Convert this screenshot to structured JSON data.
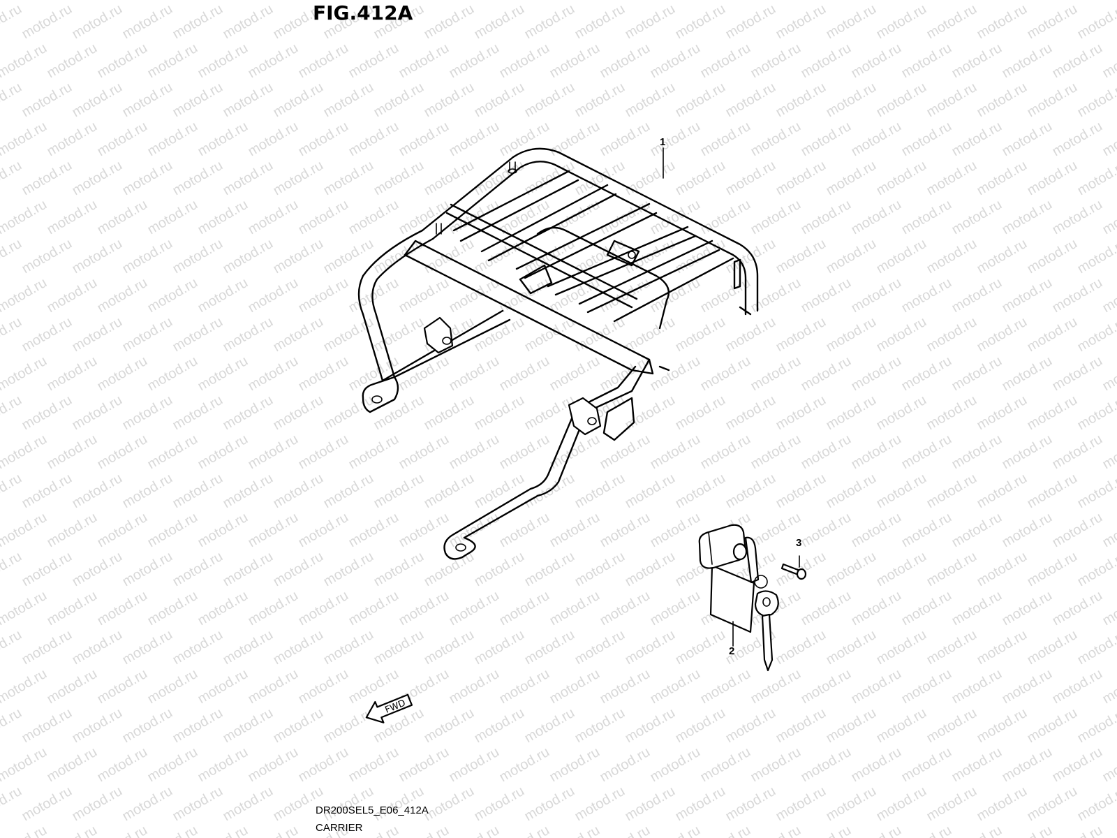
{
  "figure": {
    "title": "FIG.412A",
    "code": "DR200SEL5_E06_412A",
    "name": "CARRIER"
  },
  "watermark": {
    "text": "motod.ru"
  },
  "callouts": [
    {
      "number": "1",
      "part": "carrier"
    },
    {
      "number": "2",
      "part": "lock-set"
    },
    {
      "number": "3",
      "part": "screw"
    }
  ],
  "direction_marker": {
    "label": "FWD"
  }
}
